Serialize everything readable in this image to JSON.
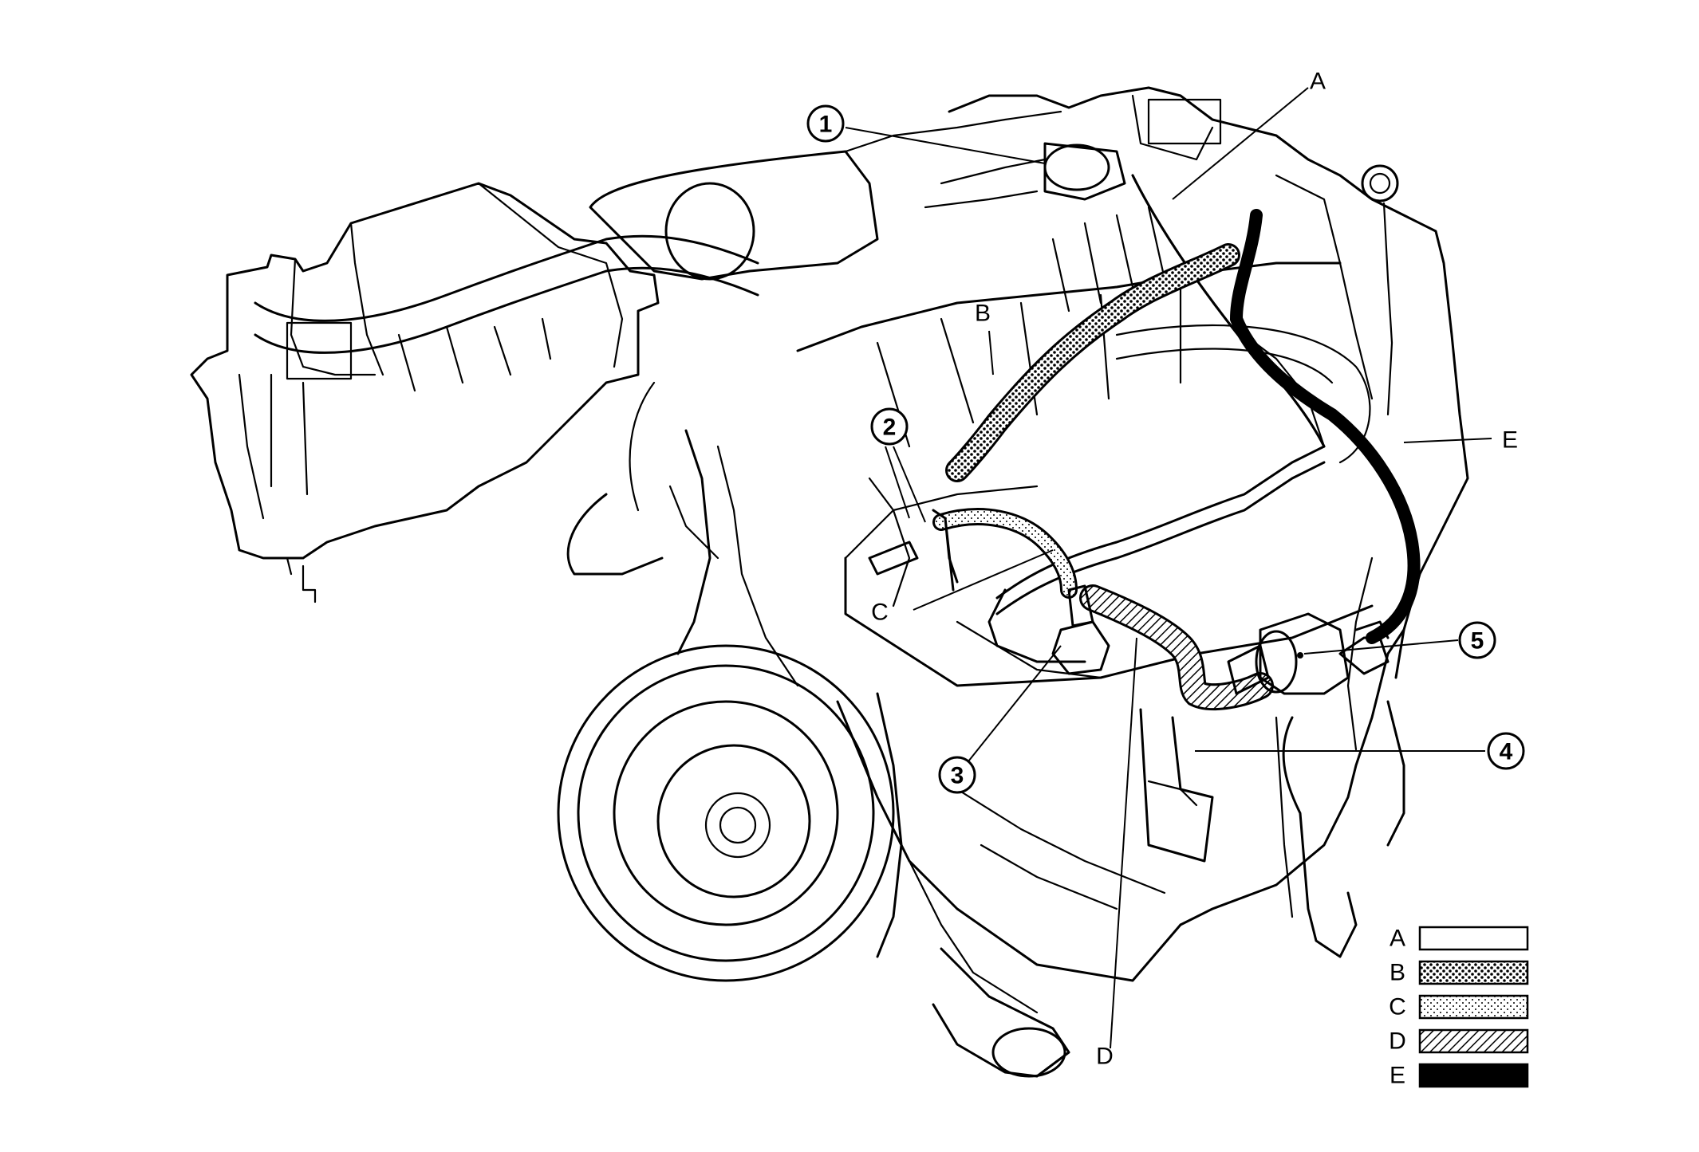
{
  "callouts": [
    "1",
    "2",
    "3",
    "4",
    "5"
  ],
  "hose_labels": {
    "a": "A",
    "b": "B",
    "c": "C",
    "d": "D",
    "e": "E"
  },
  "legend": [
    {
      "letter": "A",
      "pattern": "plain"
    },
    {
      "letter": "B",
      "pattern": "dense-dots"
    },
    {
      "letter": "C",
      "pattern": "light-dots"
    },
    {
      "letter": "D",
      "pattern": "diagonal-hatch"
    },
    {
      "letter": "E",
      "pattern": "solid-black"
    }
  ],
  "colors": {
    "line": "#000000",
    "background": "#ffffff"
  }
}
